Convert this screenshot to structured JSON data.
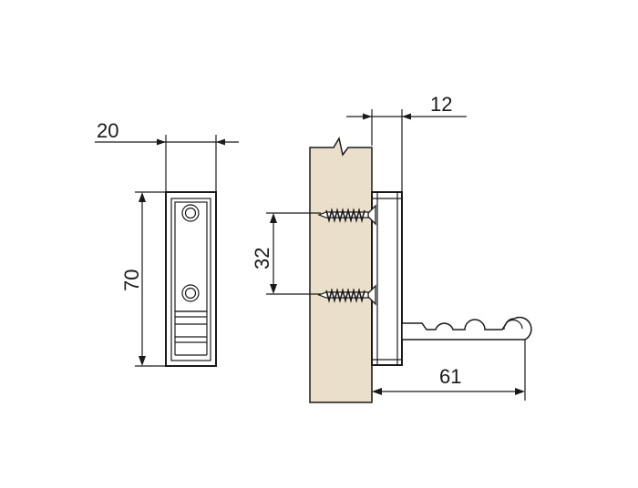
{
  "diagram": {
    "colors": {
      "wood": "#e9dfcb",
      "line": "#1a1a1a",
      "background": "#ffffff"
    },
    "front_view": {
      "width_label": "20",
      "height_label": "70"
    },
    "side_view": {
      "depth_label": "12",
      "screw_spacing_label": "32",
      "projection_label": "61"
    }
  }
}
